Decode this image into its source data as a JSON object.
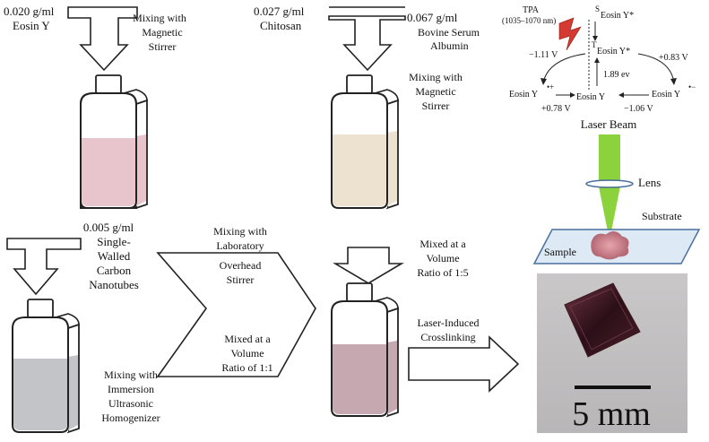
{
  "top_left": {
    "concentration": "0.020 g/ml",
    "substance": "Eosin Y",
    "process": [
      "Mixing with",
      "Magnetic",
      "Stirrer"
    ]
  },
  "top_middle": {
    "chitosan_conc": "0.027 g/ml",
    "chitosan": "Chitosan",
    "bsa_conc": "0.067 g/ml",
    "bsa": [
      "Bovine Serum",
      "Albumin"
    ],
    "process": [
      "Mixing with",
      "Magnetic",
      "Stirrer"
    ]
  },
  "bottom_left": {
    "concentration": "0.005 g/ml",
    "substance": [
      "Single-",
      "Walled",
      "Carbon",
      "Nanotubes"
    ],
    "process": [
      "Mixing with",
      "Immersion",
      "Ultrasonic",
      "Homogenizer"
    ]
  },
  "chevron": {
    "upper": [
      "Mixing with",
      "Laboratory",
      "Overhead",
      "Stirrer"
    ],
    "lower": [
      "Mixed at a",
      "Volume",
      "Ratio of 1:1"
    ]
  },
  "bottom_middle": {
    "mix": [
      "Mixed at a",
      "Volume",
      "Ratio of 1:5"
    ],
    "crosslink": [
      "Laser-Induced",
      "Crosslinking"
    ]
  },
  "energy_diagram": {
    "tpa": "TPA",
    "tpa_range": "(1035–1070 nm)",
    "singlet_prefix": "S",
    "singlet": "Eosin Y*",
    "triplet_prefix": "T",
    "triplet": "Eosin Y*",
    "left_potential": "−1.11 V",
    "right_potential": "+0.83 V",
    "energy_gap": "1.89 ev",
    "cation": "Eosin Y",
    "cation_sup": "•+",
    "ground": "Eosin Y",
    "anion": "Eosin Y",
    "anion_sup": "•−",
    "left_bottom_potential": "+0.78 V",
    "right_bottom_potential": "−1.06 V"
  },
  "laser_setup": {
    "laser_beam": "Laser Beam",
    "lens": "Lens",
    "substrate": "Substrate",
    "sample": "Sample"
  },
  "photo": {
    "scale_label": "5 mm"
  },
  "colors": {
    "eosin_liquid": "#e8c4cc",
    "chitosan_liquid": "#ece2cf",
    "cnt_liquid": "#c2c4c8",
    "mix_liquid": "#c6a9b0",
    "laser_green": "#8cd23c",
    "lightning": "#d33b32",
    "substrate_fill": "#dde9f5",
    "substrate_stroke": "#4a6f9c"
  }
}
